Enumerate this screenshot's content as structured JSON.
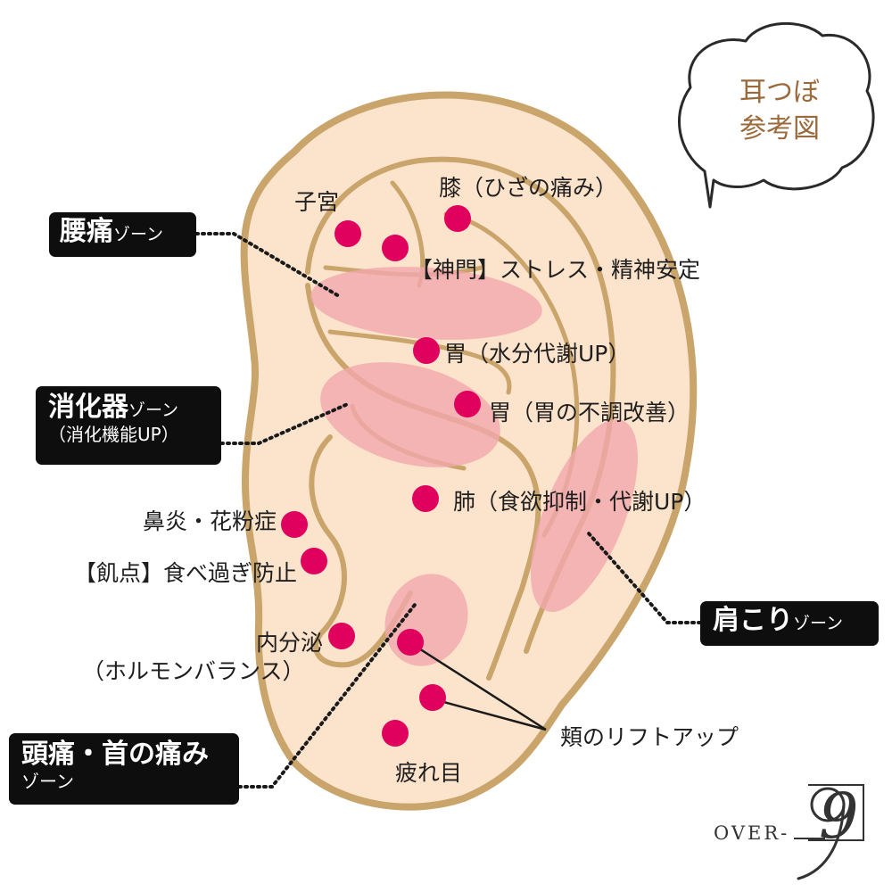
{
  "bubble": {
    "line1": "耳つぼ",
    "line2": "参考図"
  },
  "zones": {
    "lumbar": {
      "main": "腰痛",
      "suffix": "ゾーン"
    },
    "digestive": {
      "main": "消化器",
      "suffix": "ゾーン",
      "sub": "（消化機能UP）"
    },
    "shoulder": {
      "main": "肩こり",
      "suffix": "ゾーン"
    },
    "headache": {
      "main": "頭痛・首の痛み",
      "sub": "ゾーン"
    }
  },
  "points": {
    "uterus": "子宮",
    "knee": "膝（ひざの痛み）",
    "shenmen": "【神門】ストレス・精神安定",
    "stomach_water": "胃（水分代謝UP）",
    "stomach_upset": "胃（胃の不調改善）",
    "lung": "肺（食欲抑制・代謝UP）",
    "rhinitis": "鼻炎・花粉症",
    "hunger": "【飢点】食べ過ぎ防止",
    "endocrine": "内分泌",
    "endocrine_sub": "（ホルモンバランス）",
    "cheek": "頬のリフトアップ",
    "eye": "疲れ目"
  },
  "logo": {
    "text": "OVER-",
    "mark": "9"
  },
  "colors": {
    "skin": "#fce3cb",
    "outline": "#c9a46b",
    "zone_fill": "#f3a8ae",
    "point": "#e0005e",
    "bubble_text": "#9b6a3c"
  }
}
